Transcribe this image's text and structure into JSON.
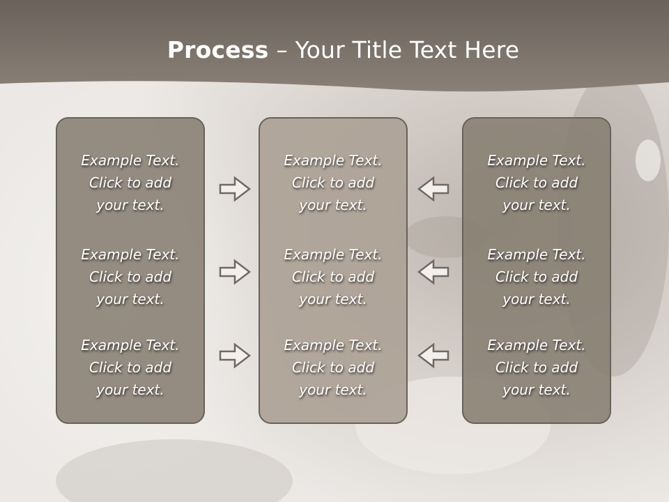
{
  "slide": {
    "title_bold": "Process",
    "title_rest": " – Your Title Text Here"
  },
  "panels": [
    {
      "blocks": [
        {
          "line1": "Example Text.",
          "line2": "Click  to add",
          "line3": "your text."
        },
        {
          "line1": "Example Text.",
          "line2": "Click  to add",
          "line3": "your text."
        },
        {
          "line1": "Example Text.",
          "line2": "Click  to add",
          "line3": "your text."
        }
      ]
    },
    {
      "blocks": [
        {
          "line1": "Example Text.",
          "line2": "Click  to add",
          "line3": "your text."
        },
        {
          "line1": "Example Text.",
          "line2": "Click  to add",
          "line3": "your text."
        },
        {
          "line1": "Example Text.",
          "line2": "Click  to add",
          "line3": "your text."
        }
      ]
    },
    {
      "blocks": [
        {
          "line1": "Example Text.",
          "line2": "Click  to add",
          "line3": "your text."
        },
        {
          "line1": "Example Text.",
          "line2": "Click  to add",
          "line3": "your text."
        },
        {
          "line1": "Example Text.",
          "line2": "Click  to add",
          "line3": "your text."
        }
      ]
    }
  ],
  "colors": {
    "header": "#7a7068",
    "panel_border": "#66615b",
    "text": "#ffffff"
  },
  "icons": [
    "arrow-right-icon",
    "arrow-left-icon"
  ]
}
